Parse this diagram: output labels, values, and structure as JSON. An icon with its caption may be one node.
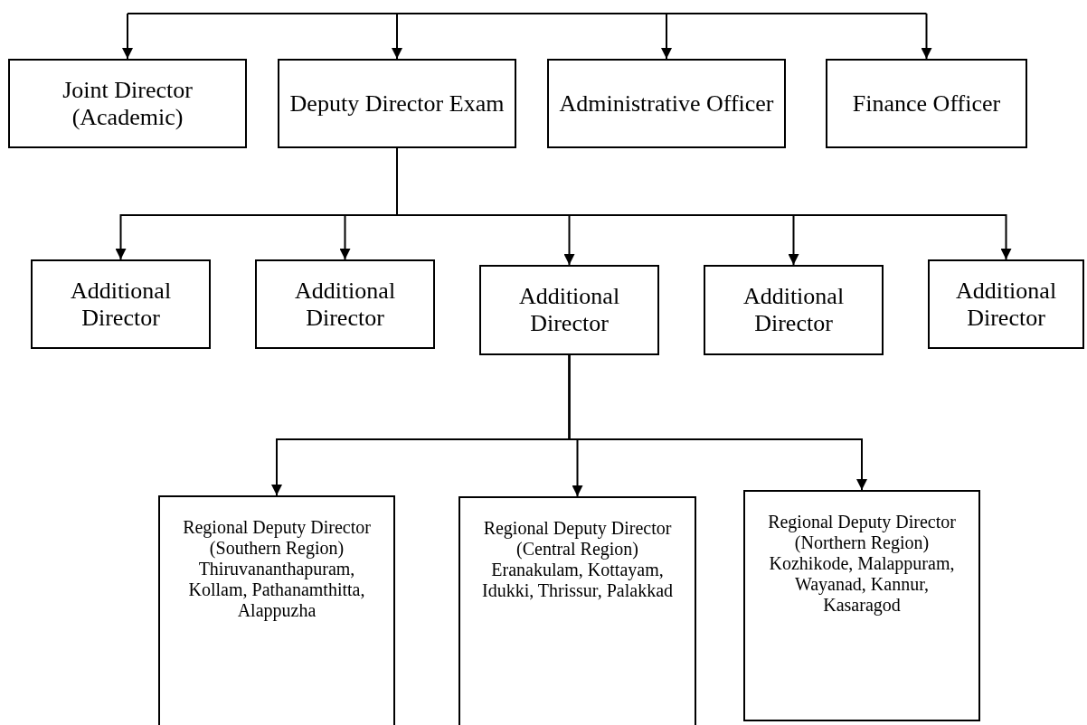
{
  "diagram": {
    "nodes": [
      {
        "text": [
          "Joint Director (Academic)"
        ]
      },
      {
        "text": [
          "Deputy Director Exam"
        ]
      },
      {
        "text": [
          "Administrative Officer"
        ]
      },
      {
        "text": [
          "Finance Officer"
        ]
      },
      {
        "text": [
          "Additional Director"
        ]
      },
      {
        "text": [
          "Additional Director"
        ]
      },
      {
        "text": [
          "Additional Director"
        ]
      },
      {
        "text": [
          "Additional Director"
        ]
      },
      {
        "text": [
          "Additional Director"
        ]
      },
      {
        "text": [
          "Regional Deputy Director (Southern Region) Thiruvananthapuram, Kollam, Pathanamthitta, Alappuzha"
        ]
      },
      {
        "text": [
          "Regional Deputy Director (Central Region) Eranakulam, Kottayam, Idukki, Thrissur, Palakkad"
        ]
      },
      {
        "text": [
          "Regional Deputy Director (Northern Region) Kozhikode, Malappuram, Wayanad, Kannur, Kasaragod"
        ]
      }
    ],
    "edges": [
      {
        "from": null,
        "to": 0,
        "arrow": "to"
      },
      {
        "from": null,
        "to": 1,
        "arrow": "to"
      },
      {
        "from": null,
        "to": 2,
        "arrow": "to"
      },
      {
        "from": null,
        "to": 3,
        "arrow": "to"
      },
      {
        "from": 1,
        "to": 4,
        "arrow": "to"
      },
      {
        "from": 1,
        "to": 5,
        "arrow": "to"
      },
      {
        "from": 1,
        "to": 6,
        "arrow": "to"
      },
      {
        "from": 1,
        "to": 7,
        "arrow": "to"
      },
      {
        "from": 1,
        "to": 8,
        "arrow": "to"
      },
      {
        "from": 6,
        "to": 9,
        "arrow": "to"
      },
      {
        "from": 6,
        "to": 10,
        "arrow": "to"
      },
      {
        "from": 6,
        "to": 11,
        "arrow": "to"
      }
    ]
  }
}
